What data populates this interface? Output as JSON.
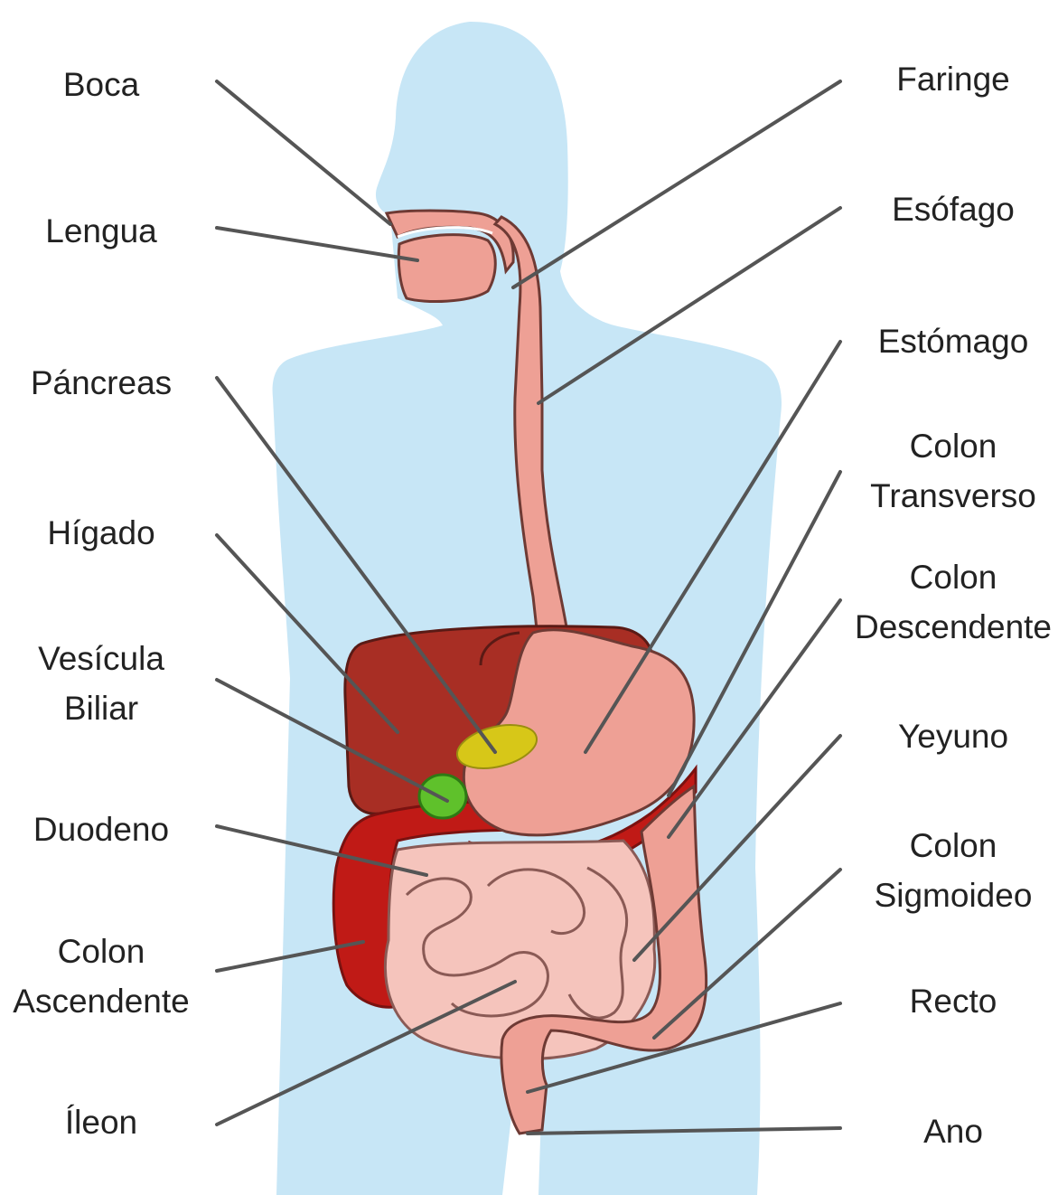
{
  "colors": {
    "body": "#c7e6f6",
    "organ_pink": "#eea095",
    "organ_outline": "#6e3a34",
    "liver": "#a82e24",
    "colon_red": "#c01a16",
    "intestine": "#f5c4bc",
    "pancreas": "#d7c718",
    "gallbladder": "#5fc12b",
    "leader_line": "#555555"
  },
  "labels": {
    "boca": "Boca",
    "lengua": "Lengua",
    "pancreas": "Páncreas",
    "higado": "Hígado",
    "vesicula": [
      "Vesícula",
      "Biliar"
    ],
    "duodeno": "Duodeno",
    "colon_ascendente": [
      "Colon",
      "Ascendente"
    ],
    "ileon": "Íleon",
    "faringe": "Faringe",
    "esofago": "Esófago",
    "estomago": "Estómago",
    "colon_transverso": [
      "Colon",
      "Transverso"
    ],
    "colon_descendente": [
      "Colon",
      "Descendente"
    ],
    "yeyuno": "Yeyuno",
    "colon_sigmoideo": [
      "Colon",
      "Sigmoideo"
    ],
    "recto": "Recto",
    "ano": "Ano"
  }
}
